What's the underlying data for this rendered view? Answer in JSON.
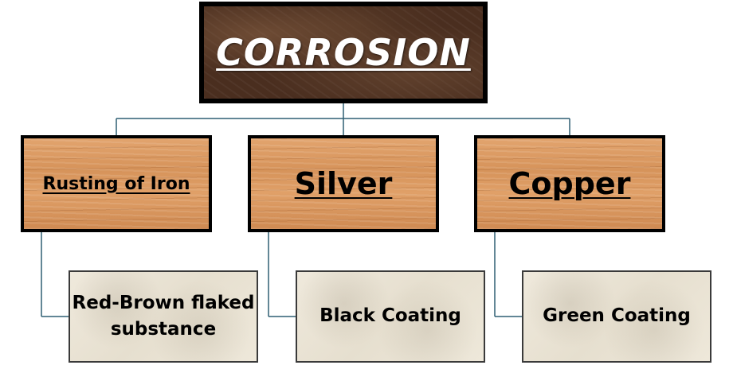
{
  "root": {
    "label": "CORROSION"
  },
  "categories": [
    {
      "label": "Rusting of Iron",
      "result": "Red-Brown flaked substance"
    },
    {
      "label": "Silver",
      "result": "Black Coating"
    },
    {
      "label": "Copper",
      "result": "Green Coating"
    }
  ],
  "colors": {
    "connector": "#2f5f73",
    "root_fill": "#4a2e1f",
    "wood_fill": "#d6935a",
    "paper_fill": "#e6dfcf",
    "border": "#000000"
  }
}
